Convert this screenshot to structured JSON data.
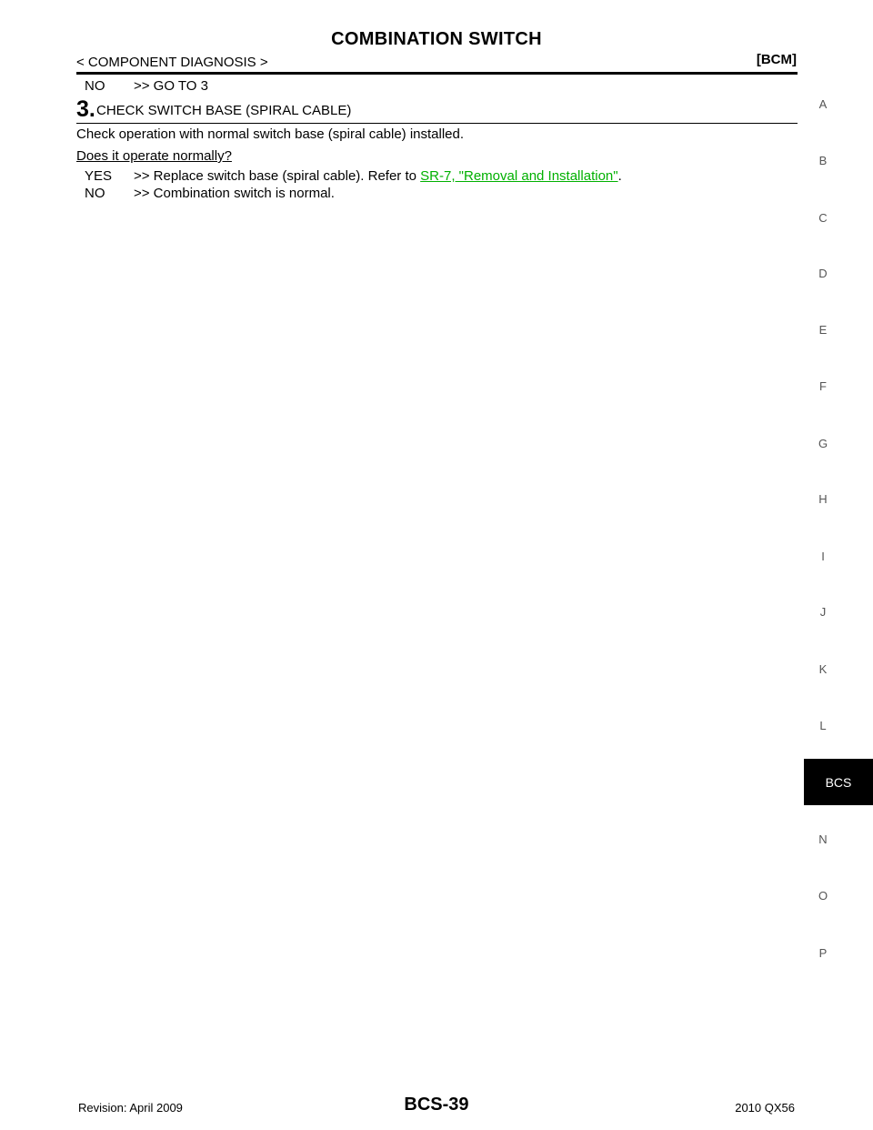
{
  "header": {
    "title": "COMBINATION SWITCH",
    "section": "< COMPONENT DIAGNOSIS >",
    "module": "[BCM]"
  },
  "prev_step": {
    "no_key": "NO",
    "no_action": ">> GO TO 3"
  },
  "step3": {
    "number": "3.",
    "title": "CHECK SWITCH BASE (SPIRAL CABLE)",
    "instruction": "Check operation with normal switch base (spiral cable) installed.",
    "question": "Does it operate normally?",
    "yes_key": "YES",
    "yes_action_prefix": ">> Replace switch base (spiral cable). Refer to ",
    "yes_link": "SR-7, \"Removal and Installation\"",
    "yes_action_suffix": ".",
    "no_key": "NO",
    "no_action": ">> Combination switch is normal."
  },
  "side_index": {
    "letters": [
      "A",
      "B",
      "C",
      "D",
      "E",
      "F",
      "G",
      "H",
      "I",
      "J",
      "K",
      "L",
      "BCS",
      "N",
      "O",
      "P"
    ],
    "active": "BCS"
  },
  "footer": {
    "revision": "Revision: April 2009",
    "page": "BCS-39",
    "model": "2010 QX56"
  },
  "colors": {
    "link": "#00b000",
    "active_tab": "#000000",
    "index_text": "#555555"
  }
}
